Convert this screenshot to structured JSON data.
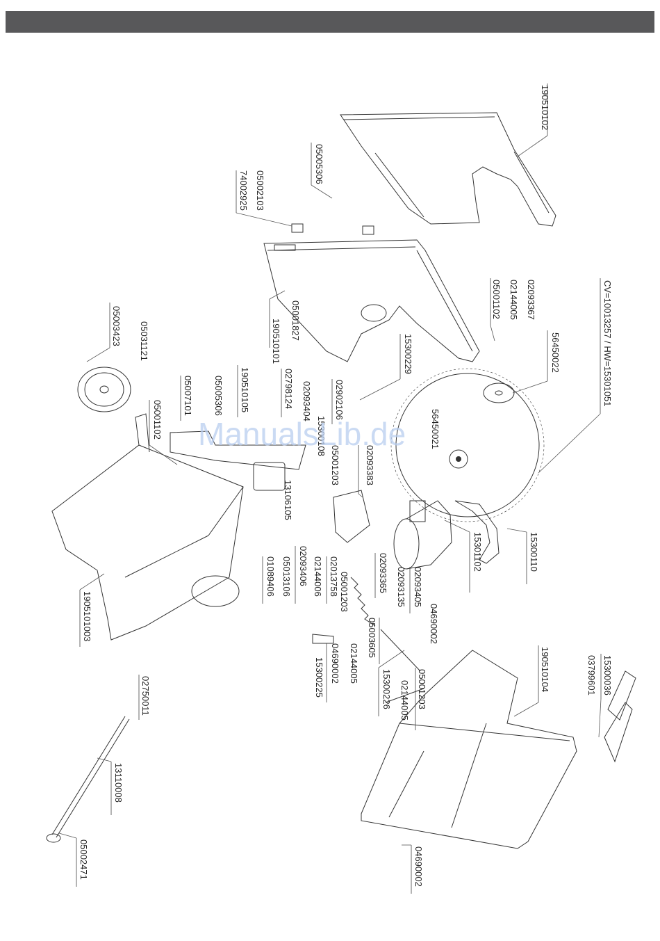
{
  "header": {
    "title": ""
  },
  "watermark": "ManualsLib.de",
  "labels": {
    "l190510102": "190510102",
    "l05005306a": "05005306",
    "l05002103": "05002103",
    "l74002925": "74002925",
    "l05001827": "05001827",
    "l190510101": "190510101",
    "l15300229": "15300229",
    "l02093367": "02093367",
    "l02144005a": "02144005",
    "l05001102a": "05001102",
    "lcvhw": "CV=10013257 / HW=15301051",
    "l56450022": "56450022",
    "l05003423": "05003423",
    "l05031121": "05031121",
    "l05001102b": "05001102",
    "l05007101": "05007101",
    "l05005306b": "05005306",
    "l190510105": "190510105",
    "l02798124": "02798124",
    "l02093404": "02093404",
    "l02902106": "02902106",
    "l15300108": "15300108",
    "l56450021": "56450021",
    "l05001203a": "05001203",
    "l02093383": "02093383",
    "l13106105": "13106105",
    "l05013106": "05013106",
    "l01089406": "01089406",
    "l02093406": "02093406",
    "l02144006": "02144006",
    "l02013758": "02013758",
    "l05001203b": "05001203",
    "l02093365": "02093365",
    "l02093135": "02093135",
    "l02093405": "02093405",
    "l15301102": "15301102",
    "l15300110": "15300110",
    "l1905101003": "1905101003",
    "l05003605": "05003605",
    "l02144005b": "02144005",
    "l04690002a": "04690002",
    "l15300225": "15300225",
    "l04690002b": "04690002",
    "l15300226": "15300226",
    "l02144005c": "02144005",
    "l05001203c": "05001203",
    "l190510104": "190510104",
    "l15300036": "15300036",
    "l03799601": "03799601",
    "l02750011": "02750011",
    "l13110008": "13110008",
    "l05002471": "05002471",
    "l04690002c": "04690002"
  }
}
